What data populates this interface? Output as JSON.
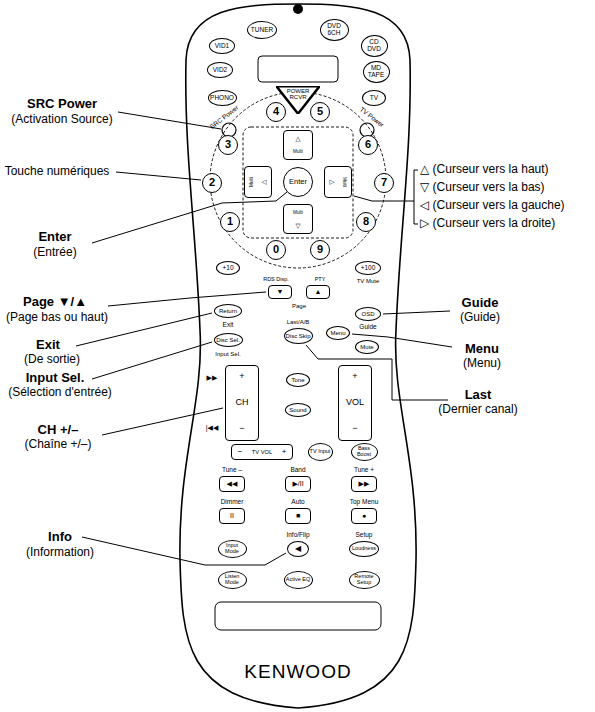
{
  "diagram": {
    "nodes": [
      {
        "text": [
          "TUNER"
        ]
      },
      {
        "text": [
          "DVD 6CH"
        ]
      },
      {
        "text": [
          "VID1"
        ]
      },
      {
        "text": [
          "CD DVD"
        ]
      },
      {
        "text": [
          "VID2"
        ]
      },
      {
        "text": [
          "MD TAPE"
        ]
      },
      {
        "text": [
          "PHONO"
        ]
      },
      {
        "text": [
          "POWER RCVR"
        ]
      },
      {
        "text": [
          "TV"
        ]
      },
      {
        "text": [
          "4"
        ]
      },
      {
        "text": [
          "5"
        ]
      },
      {
        "text": [
          "3"
        ]
      },
      {
        "text": [
          "6"
        ]
      },
      {
        "text": [
          "△",
          "Multi"
        ]
      },
      {
        "text": [
          "2"
        ]
      },
      {
        "text": [
          "Multi",
          "◁"
        ]
      },
      {
        "text": [
          "Enter"
        ]
      },
      {
        "text": [
          "▷",
          "Multi"
        ]
      },
      {
        "text": [
          "7"
        ]
      },
      {
        "text": [
          "Multi",
          "▽"
        ]
      },
      {
        "text": [
          "1"
        ]
      },
      {
        "text": [
          "8"
        ]
      },
      {
        "text": [
          "0"
        ]
      },
      {
        "text": [
          "9"
        ]
      },
      {
        "text": [
          "+10"
        ]
      },
      {
        "text": [
          "+100"
        ]
      },
      {
        "text": [
          "▼"
        ]
      },
      {
        "text": [
          "▲"
        ]
      },
      {
        "text": [
          "Return"
        ]
      },
      {
        "text": [
          "OSD"
        ]
      },
      {
        "text": [
          "Menu"
        ]
      },
      {
        "text": [
          "Disc Sel."
        ]
      },
      {
        "text": [
          "Disc Skip"
        ]
      },
      {
        "text": [
          "Mute"
        ]
      },
      {
        "text": [
          "+",
          "CH",
          "−"
        ]
      },
      {
        "text": [
          "Tone"
        ]
      },
      {
        "text": [
          "+",
          "VOL",
          "−"
        ]
      },
      {
        "text": [
          "Sound"
        ]
      },
      {
        "text": [
          "−",
          "TV VOL",
          "+"
        ]
      },
      {
        "text": [
          "TV Input"
        ]
      },
      {
        "text": [
          "Bass Boost"
        ]
      },
      {
        "text": [
          "◀◀"
        ]
      },
      {
        "text": [
          "▶/II"
        ]
      },
      {
        "text": [
          "▶▶"
        ]
      },
      {
        "text": [
          "II"
        ]
      },
      {
        "text": [
          "■"
        ]
      },
      {
        "text": [
          "●"
        ]
      },
      {
        "text": [
          "Input Mode"
        ]
      },
      {
        "text": [
          "◀"
        ]
      },
      {
        "text": [
          "Loudness"
        ]
      },
      {
        "text": [
          "Listen Mode"
        ]
      },
      {
        "text": [
          "Active EQ"
        ]
      },
      {
        "text": [
          "Remote Setup"
        ]
      }
    ],
    "labels": [
      "SRC Power",
      "TV Power",
      "RDS Disp.",
      "PTY",
      "TV Mute",
      "Page",
      "Exit",
      "Guide",
      "Input Sel.",
      "Last/A/B",
      "▶▶",
      "|◀◀",
      "Tune –",
      "Band",
      "Tune +",
      "Dimmer",
      "Auto",
      "Top Menu",
      "Info/Flip",
      "Setup",
      "KENWOOD",
      "SRC Power",
      "(Activation Source)",
      "Touche numériques",
      "Enter",
      "(Entrée)",
      "Page ▼/▲",
      "(Page bas ou haut)",
      "Exit",
      "(De sortie)",
      "Input Sel.",
      "(Sélection d'entrée)",
      "CH +/–",
      "(Chaîne +/–)",
      "Info",
      "(Information)",
      "△ (Curseur vers la haut)",
      "▽ (Curseur vers la bas)",
      "◁ (Curseur vers la gauche)",
      "▷ (Curseur vers la droite)",
      "Guide",
      "(Guide)",
      "Menu",
      "(Menu)",
      "Last",
      "(Dernier canal)"
    ]
  }
}
